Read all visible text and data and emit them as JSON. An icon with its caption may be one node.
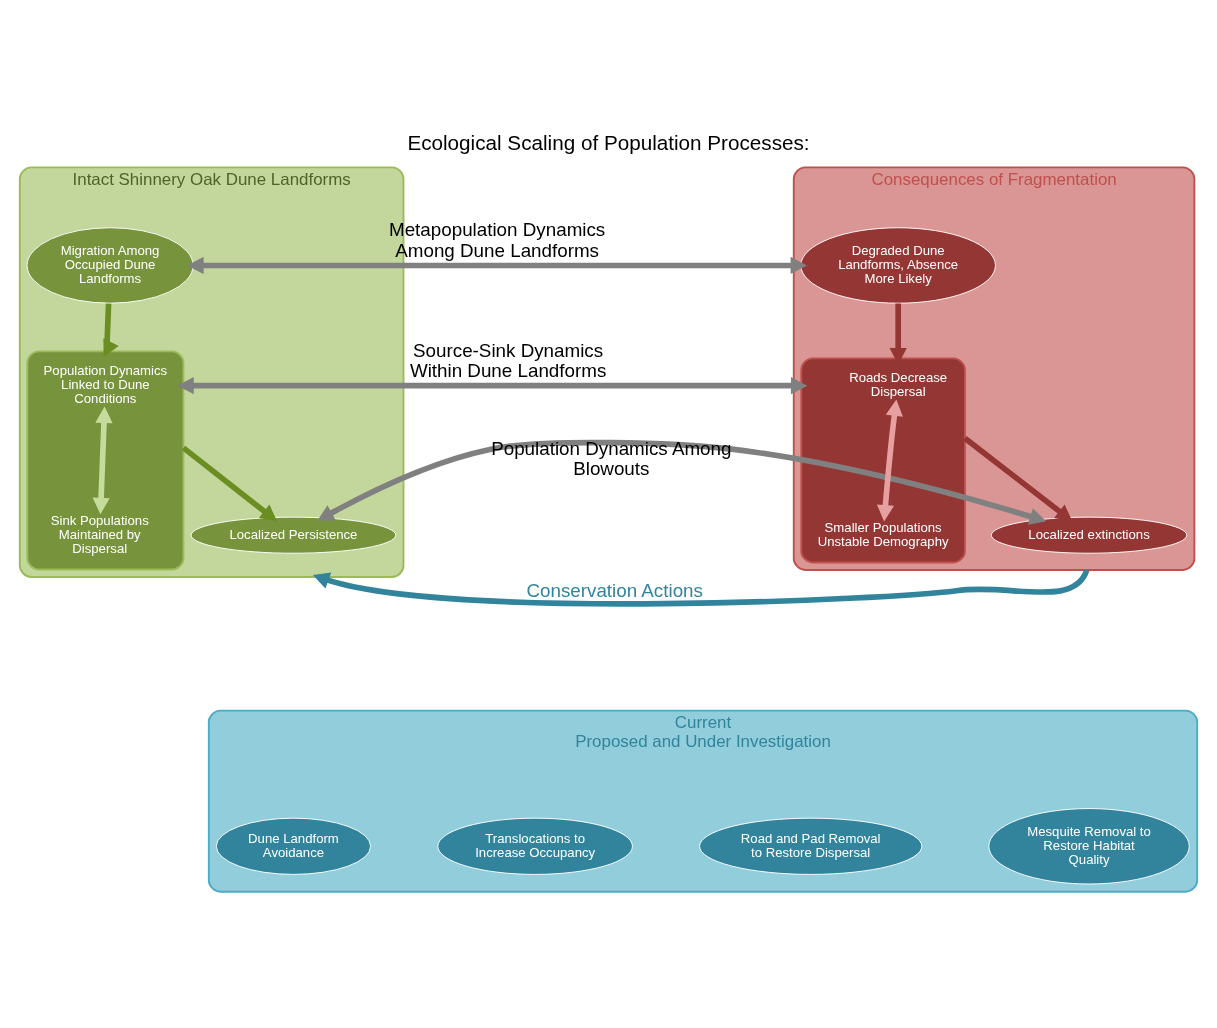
{
  "diagram": {
    "title": "Ecological Scaling of Population Processes:",
    "nodes": [
      {
        "text": [
          "Intact Shinnery Oak Dune Landforms"
        ]
      },
      {
        "text": [
          "Migration Among Occupied Dune Landforms"
        ],
        "in": 0
      },
      {
        "text": [],
        "shape": "box",
        "in": 0
      },
      {
        "text": [
          "Population Dynamics Linked to Dune Conditions"
        ],
        "in": 2
      },
      {
        "text": [
          "Sink Populations Maintained by Dispersal"
        ],
        "in": 2
      },
      {
        "text": [
          "Localized Persistence"
        ],
        "in": 0
      },
      {
        "text": [
          "Consequences of Fragmentation"
        ]
      },
      {
        "text": [
          "Degraded Dune Landforms, Absence More Likely"
        ],
        "in": 6
      },
      {
        "text": [],
        "shape": "box",
        "in": 6
      },
      {
        "text": [
          "Roads Decrease Dispersal"
        ],
        "in": 8
      },
      {
        "text": [
          "Smaller Populations Unstable Demography"
        ],
        "in": 8
      },
      {
        "text": [
          "Localized extinctions"
        ],
        "in": 6
      },
      {
        "text": [
          "Current",
          "Proposed and Under Investigation"
        ]
      },
      {
        "text": [
          "Dune Landform Avoidance"
        ],
        "in": 12
      },
      {
        "text": [
          "Translocations to Increase Occupancy"
        ],
        "in": 12
      },
      {
        "text": [
          "Road and Pad Removal to Restore Dispersal"
        ],
        "in": 12
      },
      {
        "text": [
          "Mesquite Removal to Restore Habitat Quality"
        ],
        "in": 12
      }
    ],
    "edges": [
      {
        "from": 1,
        "to": 2,
        "arrow": "to",
        "color": "#6b8e23"
      },
      {
        "from": 2,
        "to": 5,
        "arrow": "to",
        "color": "#6b8e23"
      },
      {
        "from": 3,
        "to": 4,
        "arrow": "both",
        "color": "#c5dc9c"
      },
      {
        "from": 7,
        "to": 8,
        "arrow": "to",
        "color": "#943634"
      },
      {
        "from": 8,
        "to": 11,
        "arrow": "to",
        "color": "#943634"
      },
      {
        "from": 9,
        "to": 10,
        "arrow": "both",
        "color": "#e6a0a0"
      },
      {
        "from": 1,
        "to": 7,
        "arrow": "both",
        "label": "Metapopulation Dynamics Among Dune Landforms",
        "color": "#808080"
      },
      {
        "from": 2,
        "to": 8,
        "arrow": "both",
        "label": "Source-Sink Dynamics Within Dune Landforms",
        "color": "#808080"
      },
      {
        "from": 5,
        "to": 11,
        "arrow": "both",
        "label": "Population Dynamics Among Blowouts",
        "color": "#808080"
      },
      {
        "from": 6,
        "to": 0,
        "arrow": "to",
        "label": "Conservation Actions",
        "color": "#31849b"
      }
    ]
  }
}
